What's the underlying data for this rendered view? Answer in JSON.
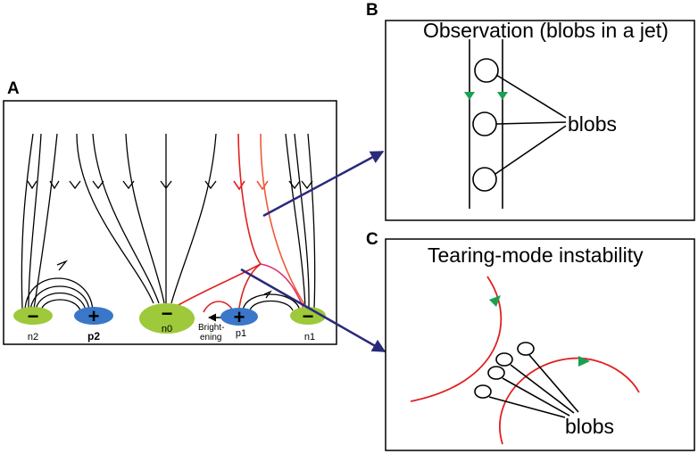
{
  "panels": {
    "a": {
      "letter": "A"
    },
    "b": {
      "letter": "B",
      "title": "Observation (blobs in a jet)",
      "blob_label": "blobs"
    },
    "c": {
      "letter": "C",
      "title": "Tearing-mode instability",
      "blob_label": "blobs"
    }
  },
  "polarities": [
    {
      "id": "n2",
      "label": "n2",
      "sign": "−",
      "color": "#9dc93a",
      "bold": false
    },
    {
      "id": "p2",
      "label": "p2",
      "sign": "+",
      "color": "#3a77c8",
      "bold": true
    },
    {
      "id": "n0",
      "label": "n0",
      "sign": "−",
      "color": "#9dc93a",
      "bold": false
    },
    {
      "id": "p1",
      "label": "p1",
      "sign": "+",
      "color": "#3a77c8",
      "bold": false
    },
    {
      "id": "n1",
      "label": "n1",
      "sign": "−",
      "color": "#9dc93a",
      "bold": false
    }
  ],
  "brightening_label": [
    "Bright-",
    "ening"
  ],
  "colors": {
    "field_line": "#000000",
    "reconnected_line": "#e02020",
    "reconnected_line_light": "#ee5a3a",
    "pointer_arrow": "#2a2a7a",
    "flow_arrow": "#1aa050",
    "negative": "#9dc93a",
    "positive": "#3a77c8"
  }
}
